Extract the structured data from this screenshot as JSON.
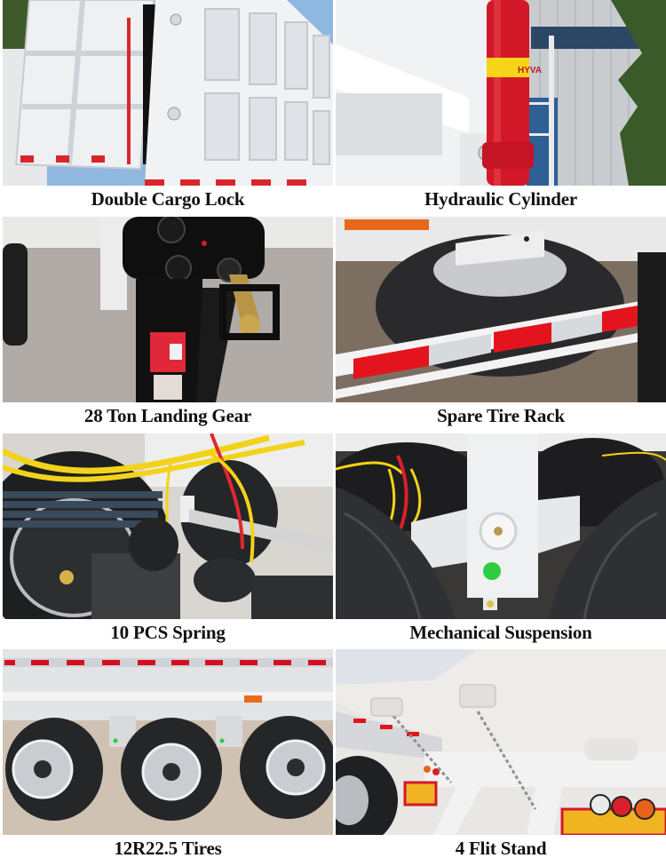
{
  "page": {
    "layout": "2x4 feature photo grid",
    "background": "#ffffff"
  },
  "features": [
    {
      "id": "double-cargo-lock",
      "caption": "Double Cargo Lock",
      "photo_subject": "white dump trailer tailgate with hinged locks",
      "accent": "#d9262c"
    },
    {
      "id": "hydraulic-cylinder",
      "caption": "Hydraulic Cylinder",
      "photo_subject": "red telescopic hydraulic cylinder with yellow HYVA label",
      "accent": "#d3182a",
      "label_text": "HYVA"
    },
    {
      "id": "landing-gear",
      "caption": "28 Ton Landing Gear",
      "photo_subject": "black landing gear leg with red data plate and crank",
      "accent": "#e0283a"
    },
    {
      "id": "spare-tire-rack",
      "caption": "Spare Tire Rack",
      "photo_subject": "spare tire under frame behind red/white reflective guard rail",
      "accent": "#e3141e"
    },
    {
      "id": "leaf-spring",
      "caption": "10 PCS Spring",
      "photo_subject": "leaf spring suspension with yellow and red air lines",
      "accent": "#f2d31b"
    },
    {
      "id": "mechanical-suspension",
      "caption": "Mechanical Suspension",
      "photo_subject": "white suspension hanger between two tires with green grease cap",
      "accent": "#2ecc40"
    },
    {
      "id": "tires",
      "caption": "12R22.5 Tires",
      "photo_subject": "three axles of tires with aluminium rims",
      "accent": "#c9cdd2"
    },
    {
      "id": "flit-stand",
      "caption": "4 Flit Stand",
      "photo_subject": "rear underside of tipper body with chains and tail lights",
      "accent": "#e8631a"
    }
  ]
}
